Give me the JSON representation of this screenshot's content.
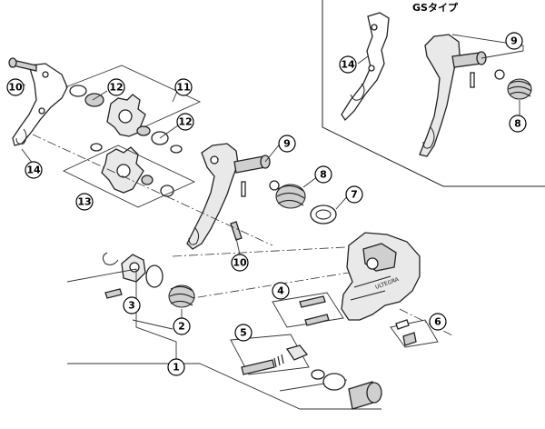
{
  "inset": {
    "title": "GSタイプ",
    "callouts": {
      "c14": "14",
      "c9": "9",
      "c8": "8"
    }
  },
  "main": {
    "callouts": {
      "c10a": "10",
      "c12a": "12",
      "c11": "11",
      "c12b": "12",
      "c14": "14",
      "c13": "13",
      "c9": "9",
      "c8": "8",
      "c7": "7",
      "c10b": "10",
      "c3": "3",
      "c2": "2",
      "c4": "4",
      "c5": "5",
      "c6": "6",
      "c1": "1"
    }
  },
  "derailleur_label": "ULTEGRA"
}
